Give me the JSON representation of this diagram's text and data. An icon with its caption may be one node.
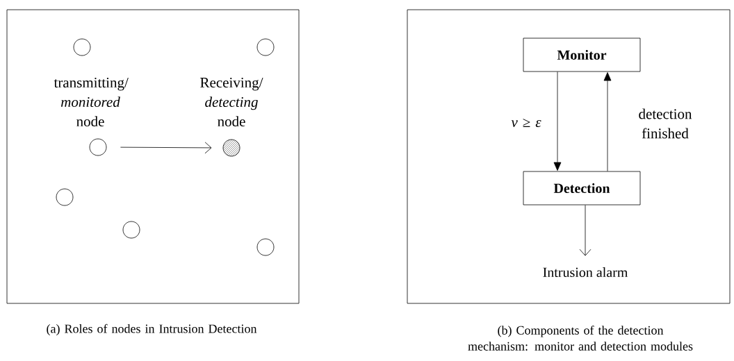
{
  "diagram": {
    "nodes": [
      {
        "text": [],
        "shape": "box"
      },
      {
        "text": [],
        "shape": "circle",
        "in": 0
      },
      {
        "text": [],
        "shape": "circle",
        "in": 0
      },
      {
        "text": [],
        "shape": "circle",
        "in": 0,
        "beside": [
          "transmitting/ *monitored* node"
        ]
      },
      {
        "text": [],
        "shape": "circle",
        "in": 0,
        "beside": [
          "Receiving/ *detecting* node"
        ]
      },
      {
        "text": [],
        "shape": "circle",
        "in": 0
      },
      {
        "text": [],
        "shape": "circle",
        "in": 0
      },
      {
        "text": [],
        "shape": "circle",
        "in": 0
      },
      {
        "text": [],
        "shape": "box"
      },
      {
        "text": [
          "Monitor"
        ],
        "in": 8
      },
      {
        "text": [
          "Detection"
        ],
        "in": 8
      },
      {
        "text": [
          "Intrusion alarm"
        ],
        "in": 8
      }
    ],
    "edges": [
      {
        "from": 3,
        "to": 4,
        "arrow": "to"
      },
      {
        "from": 9,
        "to": 10,
        "arrow": "to",
        "label": "*v* ≥ *ε*"
      },
      {
        "from": 10,
        "to": 9,
        "arrow": "to",
        "label": "detection finished"
      },
      {
        "from": 10,
        "to": 11,
        "arrow": "to"
      }
    ],
    "labels": [
      "(a) Roles of nodes in Intrusion Detection",
      "(b) Components of the detection mechanism: monitor and detection modules"
    ]
  }
}
